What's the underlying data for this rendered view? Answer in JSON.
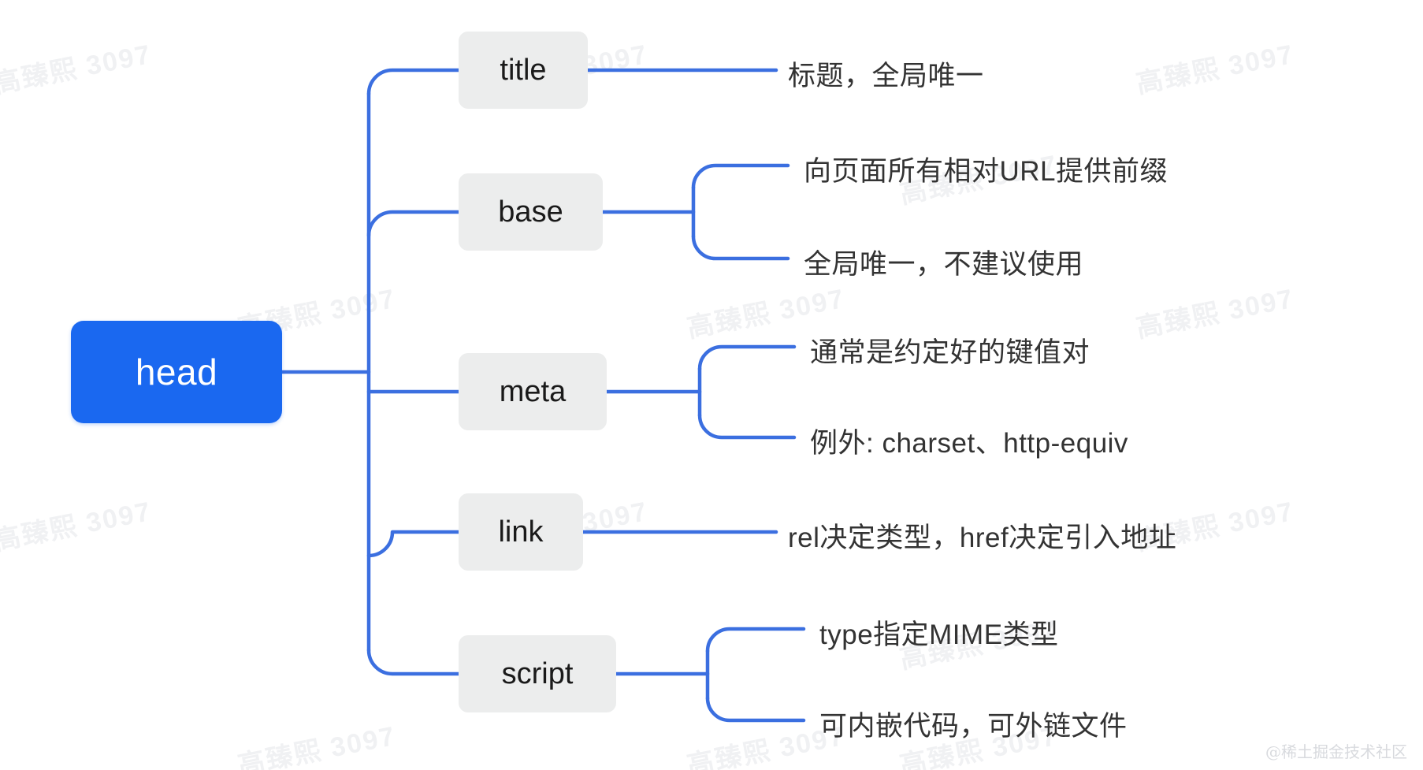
{
  "meta": {
    "bg_color": "#ffffff",
    "root_color": "#1a68f0",
    "branch_node_color": "#eceded",
    "line_color": "#3b6fe0",
    "text_color": "#333333",
    "credit": "@稀土掘金技术社区",
    "watermark_text": "高臻熙 3097"
  },
  "mindmap": {
    "root": {
      "label": "head"
    },
    "branches": [
      {
        "label": "title",
        "leaves": [
          {
            "text": "标题，全局唯一"
          }
        ]
      },
      {
        "label": "base",
        "leaves": [
          {
            "text": "向页面所有相对URL提供前缀"
          },
          {
            "text": "全局唯一，不建议使用"
          }
        ]
      },
      {
        "label": "meta",
        "leaves": [
          {
            "text": "通常是约定好的键值对"
          },
          {
            "text": "例外: charset、http-equiv"
          }
        ]
      },
      {
        "label": "link",
        "leaves": [
          {
            "text": "rel决定类型，href决定引入地址"
          }
        ]
      },
      {
        "label": "script",
        "leaves": [
          {
            "text": "type指定MIME类型"
          },
          {
            "text": "可内嵌代码，可外链文件"
          }
        ]
      }
    ]
  }
}
